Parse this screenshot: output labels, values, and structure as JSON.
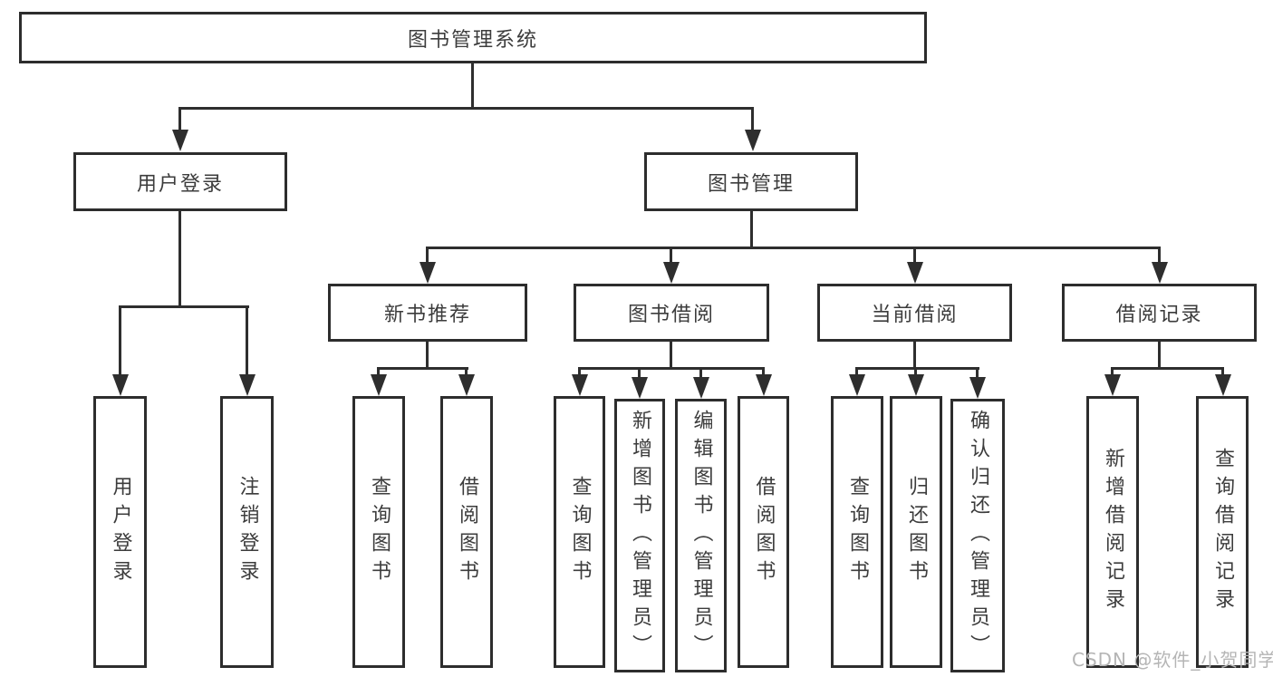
{
  "tree": {
    "root": {
      "label": "图书管理系统",
      "children": [
        {
          "label": "用户登录",
          "children": [
            {
              "label": "用户登录"
            },
            {
              "label": "注销登录"
            }
          ]
        },
        {
          "label": "图书管理",
          "children": [
            {
              "label": "新书推荐",
              "children": [
                {
                  "label": "查询图书"
                },
                {
                  "label": "借阅图书"
                }
              ]
            },
            {
              "label": "图书借阅",
              "children": [
                {
                  "label": "查询图书"
                },
                {
                  "label": "新增图书（管理员）"
                },
                {
                  "label": "编辑图书（管理员）"
                },
                {
                  "label": "借阅图书"
                }
              ]
            },
            {
              "label": "当前借阅",
              "children": [
                {
                  "label": "查询图书"
                },
                {
                  "label": "归还图书"
                },
                {
                  "label": "确认归还（管理员）"
                }
              ]
            },
            {
              "label": "借阅记录",
              "children": [
                {
                  "label": "新增借阅记录"
                },
                {
                  "label": "查询借阅记录"
                }
              ]
            }
          ]
        }
      ]
    }
  },
  "watermark": {
    "text": "CSDN @软件_小贺同学"
  },
  "colors": {
    "line": "#2e2e2e",
    "box_border": "#2d2d2d",
    "text": "#3c3c3c",
    "watermark": "#b5b5b5",
    "background": "#ffffff"
  }
}
